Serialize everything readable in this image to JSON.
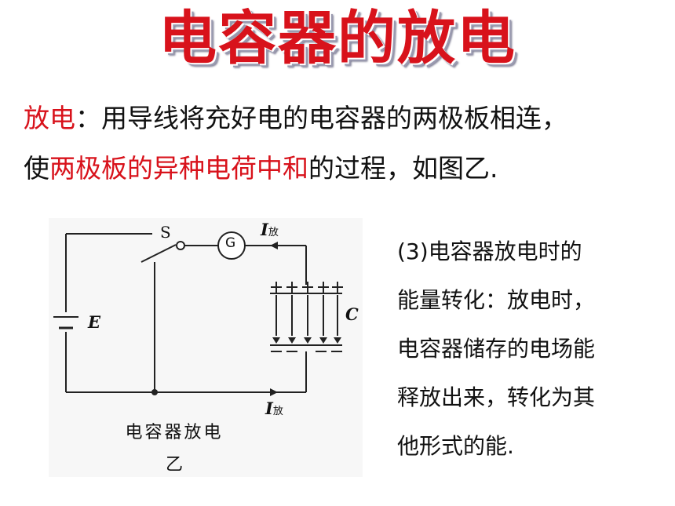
{
  "title": "电容器的放电",
  "definition": {
    "term": "放电",
    "line1_rest": "：用导线将充好电的电容器的两极板相连，",
    "line2_start": "使",
    "line2_red": "两极板的异种电荷中和",
    "line2_end": "的过程，如图乙."
  },
  "figure": {
    "switch_label": "S",
    "galvanometer_label": "G",
    "current_top": "I",
    "current_top_sub": "放",
    "current_bottom": "I",
    "current_bottom_sub": "放",
    "battery_label": "E",
    "capacitor_label": "C",
    "caption": "电容器放电",
    "caption_sub": "乙"
  },
  "explanation": {
    "lines": [
      "(3)电容器放电时的",
      "能量转化：放电时，",
      "电容器储存的电场能",
      "释放出来，转化为其",
      "他形式的能."
    ]
  }
}
